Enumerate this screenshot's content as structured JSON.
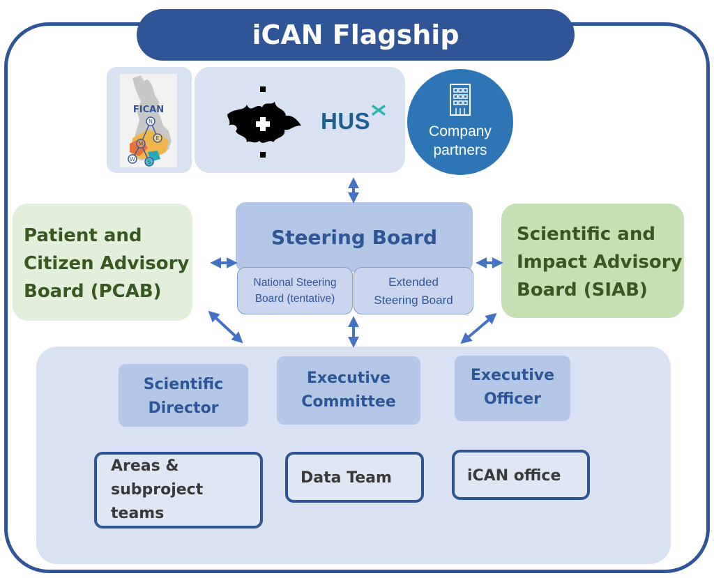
{
  "title": "iCAN Flagship",
  "partners": {
    "map_label": "FICAN",
    "map_nodes": [
      "N",
      "E",
      "M",
      "W",
      "S"
    ],
    "hus_logo_text": "HUS",
    "company_line1": "Company",
    "company_line2": "partners"
  },
  "steering": {
    "title": "Steering Board",
    "national_line1": "National Steering",
    "national_line2": "Board (tentative)",
    "extended_line1": "Extended",
    "extended_line2": "Steering Board"
  },
  "pcab": {
    "line1": "Patient and",
    "line2": "Citizen Advisory",
    "line3": "Board (PCAB)"
  },
  "siab": {
    "line1": "Scientific and",
    "line2": "Impact Advisory",
    "line3": "Board (SIAB)"
  },
  "roles": {
    "scientific_director_line1": "Scientific",
    "scientific_director_line2": "Director",
    "executive_committee_line1": "Executive",
    "executive_committee_line2": "Committee",
    "executive_officer_line1": "Executive",
    "executive_officer_line2": "Officer"
  },
  "teams": {
    "areas_line1": "Areas &",
    "areas_line2": "subproject",
    "areas_line3": "teams",
    "data_team": "Data Team",
    "ican_office": "iCAN office"
  },
  "colors": {
    "navy": "#2f5597",
    "light_blue": "#d9e2f3",
    "mid_blue": "#b4c7e7",
    "company_blue": "#2e75b6",
    "pcab_green": "#e2efda",
    "siab_green": "#c5e0b4",
    "green_text": "#385723",
    "arrow": "#4472c4"
  }
}
